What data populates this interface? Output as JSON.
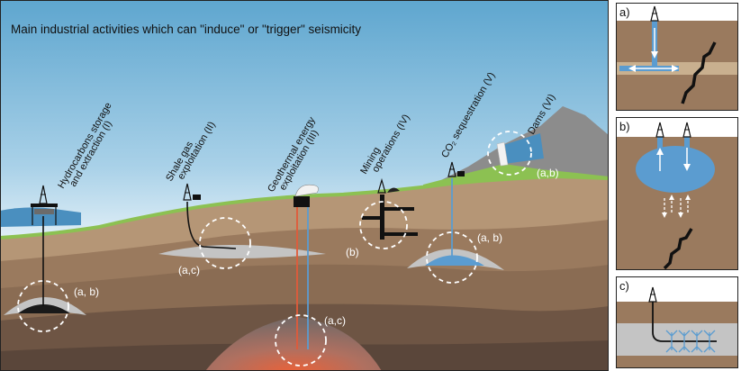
{
  "title": "Main industrial activities which can \"induce\" or \"trigger\" seismicity",
  "activities": [
    {
      "name": "Hydrocarbons storage and extraction (I)",
      "line1": "Hydrocarbons storage",
      "line2": "and extraction (I)",
      "tag": "(a, b)"
    },
    {
      "name": "Shale gas exploitation (II)",
      "line1": "Shale gas",
      "line2": "exploitation (II)",
      "tag": "(a,c)"
    },
    {
      "name": "Geothermal energy exploitation (III)",
      "line1": "Geothermal energy",
      "line2": "exploitation (III)",
      "tag": "(a,c)"
    },
    {
      "name": "Mining operations (IV)",
      "line1": "Mining",
      "line2": "operations (IV)",
      "tag": "(b)"
    },
    {
      "name": "CO2 sequestration (V)",
      "line1": "CO₂ sequestration (V)",
      "tag": "(a, b)"
    },
    {
      "name": "Dams (VI)",
      "line1": "Dams (VI)",
      "tag": "(a,b)"
    }
  ],
  "panels": [
    {
      "label": "a)"
    },
    {
      "label": "b)"
    },
    {
      "label": "c)"
    }
  ],
  "colors": {
    "sky_top": "#5ea6cf",
    "sky_bottom": "#ffffff",
    "water": "#4a8fbf",
    "grass": "#8cc152",
    "soil_light": "#b59676",
    "soil_mid": "#9a7a5e",
    "soil_dark": "#7c604a",
    "soil_deep": "#5e4a3c",
    "fluid": "#5b9cd0",
    "magma": "#e05b3a",
    "reservoir_grey": "#c4c4c4"
  }
}
